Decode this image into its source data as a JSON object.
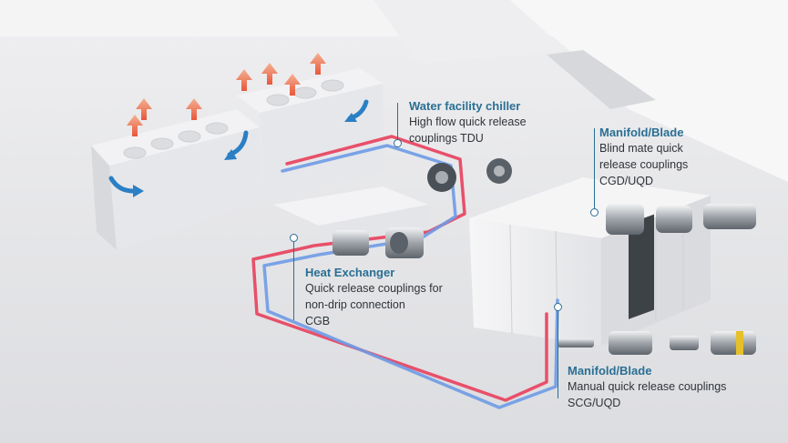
{
  "colors": {
    "accent": "#2a6f93",
    "hot_pipe": "#e8506a",
    "cold_pipe": "#6e9be6",
    "heat_arrow": "#e2552f",
    "cool_arrow": "#2b7fc4"
  },
  "callouts": [
    {
      "id": "chiller",
      "title": "Water facility chiller",
      "lines": [
        "High flow quick release",
        "couplings TDU"
      ]
    },
    {
      "id": "manifold_blind",
      "title": "Manifold/Blade",
      "lines": [
        "Blind mate quick",
        "release couplings",
        "CGD/UQD"
      ]
    },
    {
      "id": "heat_exchanger",
      "title": "Heat Exchanger",
      "lines": [
        "Quick release couplings for",
        "non-drip connection",
        "CGB"
      ]
    },
    {
      "id": "manifold_manual",
      "title": "Manifold/Blade",
      "lines": [
        "Manual quick release couplings",
        "SCG/UQD"
      ]
    }
  ]
}
